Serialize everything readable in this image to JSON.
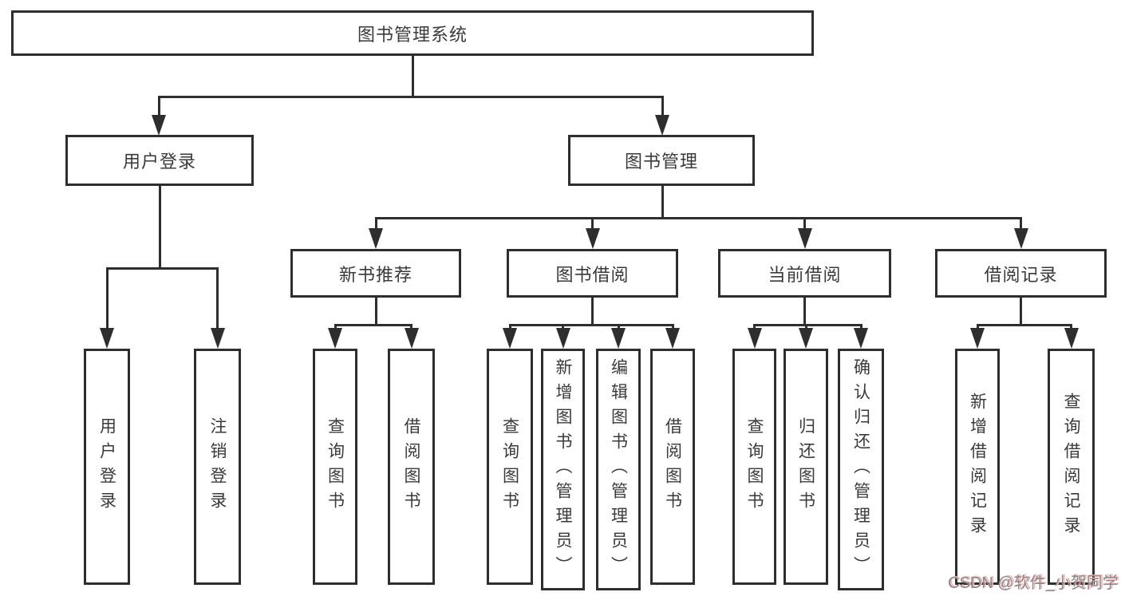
{
  "diagram": {
    "root": {
      "label": "图书管理系统"
    },
    "branches": [
      {
        "label": "用户登录",
        "children": [
          {
            "label": "用户登录"
          },
          {
            "label": "注销登录"
          }
        ]
      },
      {
        "label": "图书管理",
        "children": [
          {
            "label": "新书推荐",
            "children": [
              {
                "label": "查询图书"
              },
              {
                "label": "借阅图书"
              }
            ]
          },
          {
            "label": "图书借阅",
            "children": [
              {
                "label": "查询图书"
              },
              {
                "label": "新增图书（管理员）"
              },
              {
                "label": "编辑图书（管理员）"
              },
              {
                "label": "借阅图书"
              }
            ]
          },
          {
            "label": "当前借阅",
            "children": [
              {
                "label": "查询图书"
              },
              {
                "label": "归还图书"
              },
              {
                "label": "确认归还（管理员）"
              }
            ]
          },
          {
            "label": "借阅记录",
            "children": [
              {
                "label": "新增借阅记录"
              },
              {
                "label": "查询借阅记录"
              }
            ]
          }
        ]
      }
    ]
  },
  "watermark": {
    "text": "CSDN @软件_小贺同学"
  },
  "colors": {
    "background": "#ffffff",
    "box_border": "#2e2e2e",
    "line": "#2e2e2e",
    "text": "#3a3a3a",
    "watermark_text": "#8a8a8a",
    "watermark_shadow": "#f3b3b3"
  }
}
